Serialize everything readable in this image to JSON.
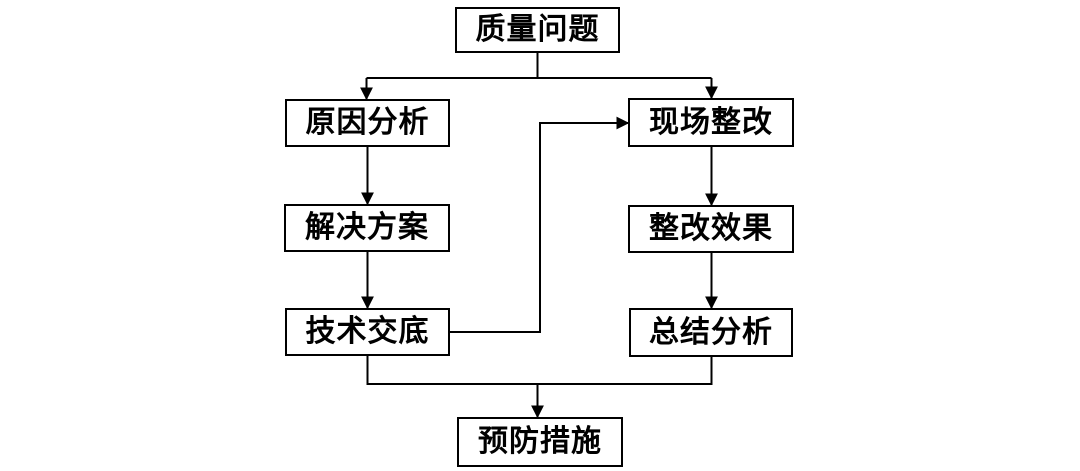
{
  "diagram": {
    "type": "flowchart",
    "colors": {
      "background": "#ffffff",
      "line": "#000000",
      "box_fill": "#ffffff",
      "box_border": "#000000",
      "text": "#000000"
    },
    "nodes": {
      "quality_problem": {
        "label": "质量问题"
      },
      "cause_analysis": {
        "label": "原因分析"
      },
      "solution": {
        "label": "解决方案"
      },
      "technical_disclosure": {
        "label": "技术交底"
      },
      "site_rectification": {
        "label": "现场整改"
      },
      "rectification_effect": {
        "label": "整改效果"
      },
      "summary_analysis": {
        "label": "总结分析"
      },
      "preventive_measures": {
        "label": "预防措施"
      }
    },
    "edges": [
      {
        "from": "质量问题",
        "to": "原因分析",
        "arrow": true
      },
      {
        "from": "质量问题",
        "to": "现场整改",
        "arrow": true
      },
      {
        "from": "原因分析",
        "to": "解决方案",
        "arrow": true
      },
      {
        "from": "解决方案",
        "to": "技术交底",
        "arrow": true
      },
      {
        "from": "技术交底",
        "to": "现场整改",
        "arrow": true
      },
      {
        "from": "现场整改",
        "to": "整改效果",
        "arrow": true
      },
      {
        "from": "整改效果",
        "to": "总结分析",
        "arrow": true
      },
      {
        "from": "技术交底",
        "to": "预防措施",
        "arrow": true
      },
      {
        "from": "总结分析",
        "to": "预防措施",
        "arrow": true
      }
    ]
  }
}
